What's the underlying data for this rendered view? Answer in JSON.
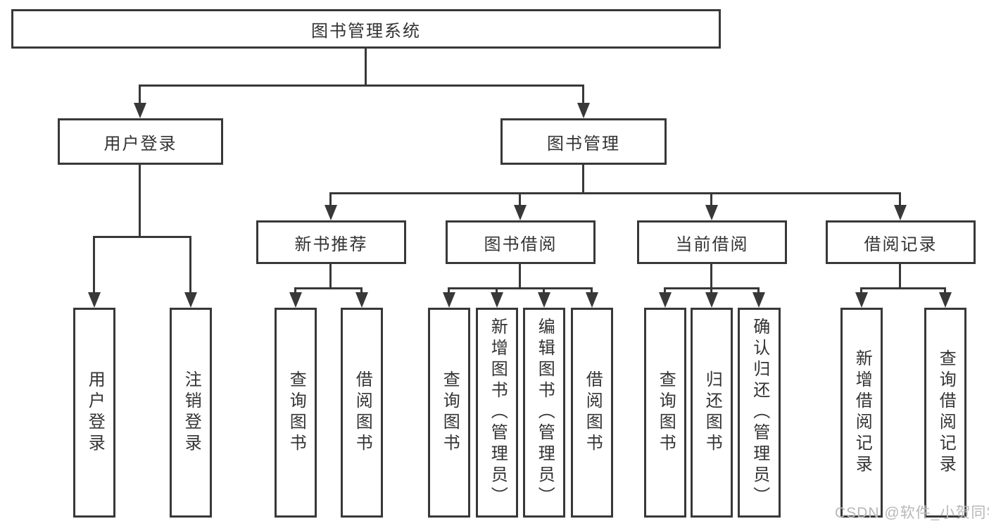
{
  "diagram": {
    "root": {
      "label": "图书管理系统"
    },
    "level2": [
      {
        "label": "用户登录"
      },
      {
        "label": "图书管理"
      }
    ],
    "level3": [
      {
        "label": "新书推荐"
      },
      {
        "label": "图书借阅"
      },
      {
        "label": "当前借阅"
      },
      {
        "label": "借阅记录"
      }
    ],
    "leaves": {
      "user_login": [
        "用户登录",
        "注销登录"
      ],
      "new_book_recommend": [
        "查询图书",
        "借阅图书"
      ],
      "book_borrow": [
        "查询图书",
        "新增图书（管理员）",
        "编辑图书（管理员）",
        "借阅图书"
      ],
      "current_borrow": [
        "查询图书",
        "归还图书",
        "确认归还（管理员）"
      ],
      "borrow_records": [
        "新增借阅记录",
        "查询借阅记录"
      ]
    }
  },
  "watermark": {
    "text": "CSDN @软件_小贺同学"
  },
  "colors": {
    "line": "#383838",
    "text": "#333333",
    "watermark": "#b8b8b8",
    "background": "#ffffff"
  }
}
